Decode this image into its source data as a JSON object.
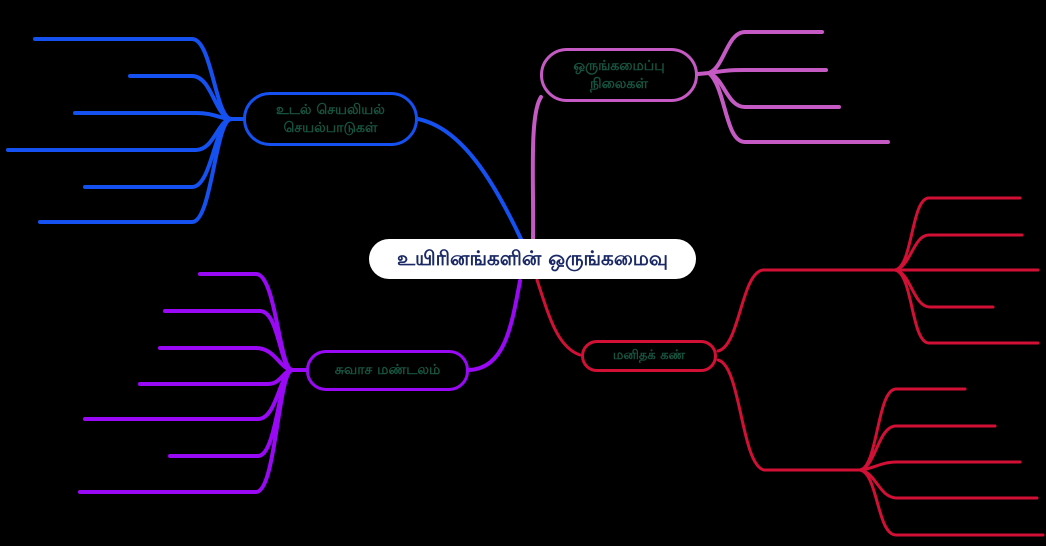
{
  "map": {
    "background": "#000000",
    "central": {
      "label": "உயிரினங்களின் ஒருங்கமைவு",
      "fill": "#ffffff",
      "text_color": "#1b2a66"
    },
    "branch_label_text_color": "#17523f",
    "branches": {
      "physiology": {
        "label_line1": "உடல் செயலியல்",
        "label_line2": "செயல்பாடுகள்",
        "color": "#1551f0",
        "position": "top-left",
        "leaf_count": 6
      },
      "organization_levels": {
        "label_line1": "ஒருங்கமைப்பு",
        "label_line2": "நிலைகள்",
        "color": "#c65ac4",
        "position": "top-right",
        "leaf_count": 4
      },
      "respiratory": {
        "label": "சுவாச மண்டலம்",
        "color": "#9a09f5",
        "position": "bottom-left",
        "leaf_count": 7
      },
      "human_eye": {
        "label": "மனிதக் கண்",
        "color": "#d21035",
        "position": "bottom-right",
        "leaf_group_counts": [
          5,
          5
        ]
      }
    }
  }
}
